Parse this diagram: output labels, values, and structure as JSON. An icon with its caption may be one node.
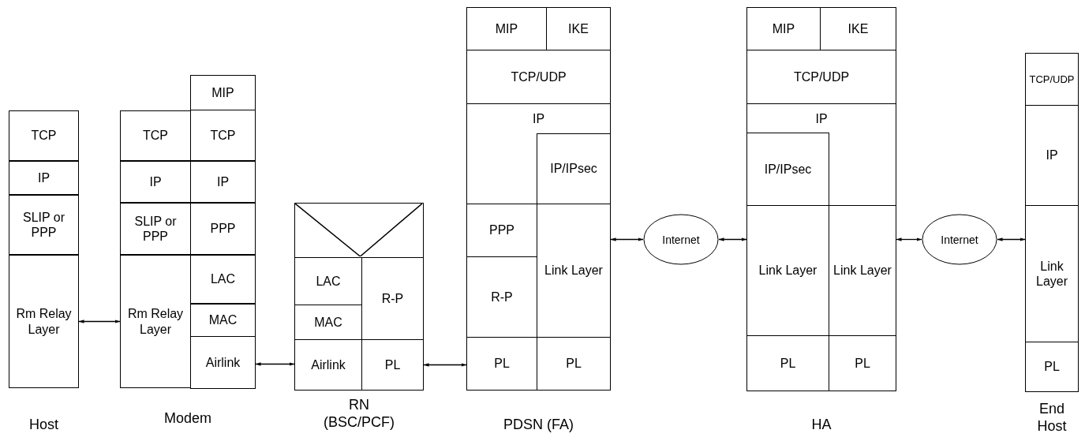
{
  "diagram": {
    "nodes": [
      {
        "text": [
          "Host"
        ]
      },
      {
        "text": [
          "TCP"
        ],
        "in": 0
      },
      {
        "text": [
          "IP"
        ],
        "in": 0
      },
      {
        "text": [
          "SLIP or PPP"
        ],
        "in": 0
      },
      {
        "text": [
          "Rm Relay Layer"
        ],
        "in": 0
      },
      {
        "text": [
          "Modem"
        ]
      },
      {
        "text": [
          "TCP"
        ],
        "in": 5
      },
      {
        "text": [
          "IP"
        ],
        "in": 5
      },
      {
        "text": [
          "SLIP or PPP"
        ],
        "in": 5
      },
      {
        "text": [
          "Rm Relay Layer"
        ],
        "in": 5
      },
      {
        "text": [
          "MIP"
        ],
        "in": 5
      },
      {
        "text": [
          "TCP"
        ],
        "in": 5
      },
      {
        "text": [
          "IP"
        ],
        "in": 5
      },
      {
        "text": [
          "PPP"
        ],
        "in": 5
      },
      {
        "text": [
          "LAC"
        ],
        "in": 5
      },
      {
        "text": [
          "MAC"
        ],
        "in": 5
      },
      {
        "text": [
          "Airlink"
        ],
        "in": 5
      },
      {
        "text": [
          "RN (BSC/PCF)"
        ]
      },
      {
        "text": [],
        "shape": "box",
        "in": 17
      },
      {
        "text": [
          "LAC"
        ],
        "in": 17
      },
      {
        "text": [
          "MAC"
        ],
        "in": 17
      },
      {
        "text": [
          "Airlink"
        ],
        "in": 17
      },
      {
        "text": [
          "R-P"
        ],
        "in": 17
      },
      {
        "text": [
          "PL"
        ],
        "in": 17
      },
      {
        "text": [
          "PDSN (FA)"
        ]
      },
      {
        "text": [
          "MIP"
        ],
        "in": 24
      },
      {
        "text": [
          "IKE"
        ],
        "in": 24
      },
      {
        "text": [
          "TCP/UDP"
        ],
        "in": 24
      },
      {
        "text": [
          "IP"
        ],
        "in": 24
      },
      {
        "text": [
          "IP/IPsec"
        ],
        "in": 24
      },
      {
        "text": [
          "PPP"
        ],
        "in": 24
      },
      {
        "text": [
          "R-P"
        ],
        "in": 24
      },
      {
        "text": [
          "PL"
        ],
        "in": 24
      },
      {
        "text": [
          "Link Layer"
        ],
        "in": 24
      },
      {
        "text": [
          "PL"
        ],
        "in": 24
      },
      {
        "text": [
          "Internet"
        ]
      },
      {
        "text": [
          "HA"
        ]
      },
      {
        "text": [
          "MIP"
        ],
        "in": 36
      },
      {
        "text": [
          "IKE"
        ],
        "in": 36
      },
      {
        "text": [
          "TCP/UDP"
        ],
        "in": 36
      },
      {
        "text": [
          "IP"
        ],
        "in": 36
      },
      {
        "text": [
          "IP/IPsec"
        ],
        "in": 36
      },
      {
        "text": [
          "Link Layer"
        ],
        "in": 36
      },
      {
        "text": [
          "Link Layer"
        ],
        "in": 36
      },
      {
        "text": [
          "PL"
        ],
        "in": 36
      },
      {
        "text": [
          "PL"
        ],
        "in": 36
      },
      {
        "text": [
          "Internet"
        ]
      },
      {
        "text": [
          "End Host"
        ]
      },
      {
        "text": [
          "TCP/UDP"
        ],
        "in": 47
      },
      {
        "text": [
          "IP"
        ],
        "in": 47
      },
      {
        "text": [
          "Link Layer"
        ],
        "in": 47
      },
      {
        "text": [
          "PL"
        ],
        "in": 47
      }
    ],
    "edges": [
      {
        "from": 4,
        "to": 9,
        "arrow": "both"
      },
      {
        "from": 16,
        "to": 21,
        "arrow": "both"
      },
      {
        "from": 23,
        "to": 32,
        "arrow": "both"
      },
      {
        "from": 33,
        "to": 35,
        "arrow": "both"
      },
      {
        "from": 35,
        "to": 42,
        "arrow": "both"
      },
      {
        "from": 43,
        "to": 46,
        "arrow": "both"
      },
      {
        "from": 46,
        "to": 50,
        "arrow": "both"
      }
    ]
  }
}
